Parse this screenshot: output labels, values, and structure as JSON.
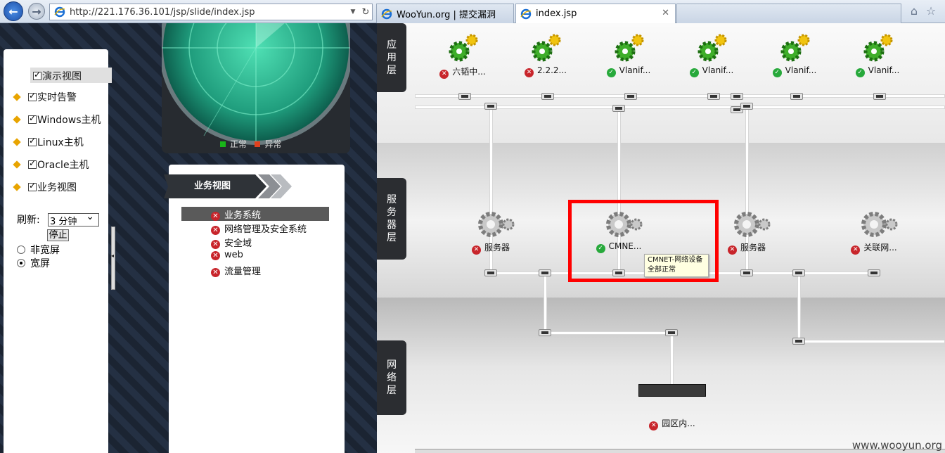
{
  "browser": {
    "url": "http://221.176.36.101/jsp/slide/index.jsp",
    "tabs": [
      {
        "label": "WooYun.org | 提交漏洞"
      },
      {
        "label": "index.jsp"
      }
    ]
  },
  "left_panel": {
    "title": "演示视图",
    "items": [
      {
        "label": "实时告警"
      },
      {
        "label": "Windows主机"
      },
      {
        "label": "Linux主机"
      },
      {
        "label": "Oracle主机"
      },
      {
        "label": "业务视图"
      }
    ],
    "refresh_label": "刷新:",
    "refresh_value": "3 分钟",
    "stop_label": "停止",
    "radio_narrow": "非宽屏",
    "radio_wide": "宽屏"
  },
  "radar_legend": {
    "normal": "正常",
    "abnormal": "异常",
    "normal_color": "#19b619",
    "abnormal_color": "#e0401e"
  },
  "business_panel": {
    "title": "业务视图",
    "items": [
      {
        "label": "业务系统"
      },
      {
        "label": "网络管理及安全系统"
      },
      {
        "label": "安全域"
      },
      {
        "label": "web"
      },
      {
        "label": "流量管理"
      }
    ]
  },
  "topology": {
    "layers": {
      "app": [
        "应",
        "用",
        "层"
      ],
      "service": [
        "服",
        "务",
        "器",
        "层"
      ],
      "network": [
        "网",
        "络",
        "层"
      ]
    },
    "app_nodes": [
      {
        "label": "六韬中...",
        "status": "bad"
      },
      {
        "label": "2.2.2...",
        "status": "bad"
      },
      {
        "label": "Vlanif...",
        "status": "ok"
      },
      {
        "label": "Vlanif...",
        "status": "ok"
      },
      {
        "label": "Vlanif...",
        "status": "ok"
      },
      {
        "label": "Vlanif...",
        "status": "ok"
      }
    ],
    "service_nodes": [
      {
        "label": "服务器",
        "status": "bad"
      },
      {
        "label": "CMNE...",
        "status": "ok"
      },
      {
        "label": "服务器",
        "status": "bad"
      },
      {
        "label": "关联网...",
        "status": "bad"
      }
    ],
    "network_node": {
      "label": "园区内...",
      "status": "bad"
    },
    "tooltip": {
      "line1": "CMNET-网络设备",
      "line2": "全部正常"
    }
  },
  "watermark": "www.wooyun.org"
}
